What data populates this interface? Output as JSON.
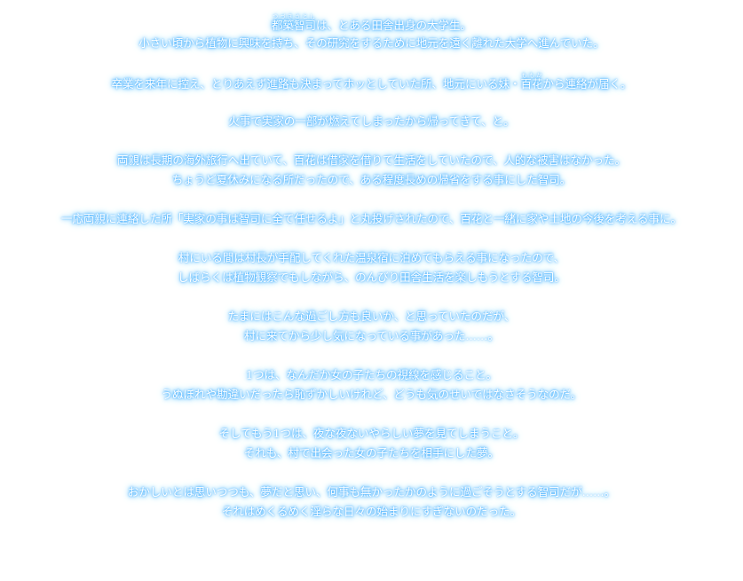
{
  "story": {
    "p1": {
      "line1": {
        "name_base": "都築智司",
        "name_ruby": "つづきさとし",
        "rest": "は、とある田舎出身の大学生。"
      },
      "line2": "小さい頃から植物に興味を持ち、その研究をするために地元を遠く離れた大学へ進んでいた。"
    },
    "p2": {
      "before": "卒業を来年に控え、とりあえず進路も決まってホッとしていた所、地元にいる妹・",
      "name_base": "百花",
      "name_ruby": "ももか",
      "after": "から連絡が届く。"
    },
    "p3": "火事で実家の一部が燃えてしまったから帰ってきて、と。",
    "p4": {
      "line1": "両親は長期の海外旅行へ出ていて、百花は借家を借りて生活をしていたので、人的な被害はなかった。",
      "line2": "ちょうど夏休みになる所だったので、ある程度長めの帰省をする事にした智司。"
    },
    "p5": "一応両親に連絡した所「実家の事は智司に全て任せるよ」と丸投げされたので、百花と一緒に家や土地の今後を考える事に。",
    "p6": {
      "line1": "村にいる間は村長が手配してくれた温泉宿に泊めてもらえる事になったので、",
      "line2": "しばらくは植物観察でもしながら、のんびり田舎生活を楽しもうとする智司。"
    },
    "p7": {
      "line1": "たまにはこんな過ごし方も良いか、と思っていたのだが、",
      "line2": "村に来てから少し気になっている事があった……。"
    },
    "p8": {
      "line1": "1つは、なんだか女の子たちの視線を感じること。",
      "line2": "うぬぼれや勘違いだったら恥ずかしいけれど、どうも気のせいではなさそうなのだ。"
    },
    "p9": {
      "line1": "そしてもう1つは、夜な夜ないやらしい夢を見てしまうこと。",
      "line2": "それも、村で出会った女の子たちを相手にした夢。"
    },
    "p10": {
      "line1": "おかしいとは思いつつも、夢だと思い、何事も無かったかのように過ごそうとする智司だが……。",
      "line2": "それはめくるめく淫らな日々の始まりにすぎないのだった。"
    }
  },
  "colors": {
    "text": "#ffffff",
    "glow": "#4cb4ff",
    "background": "#ffffff"
  }
}
